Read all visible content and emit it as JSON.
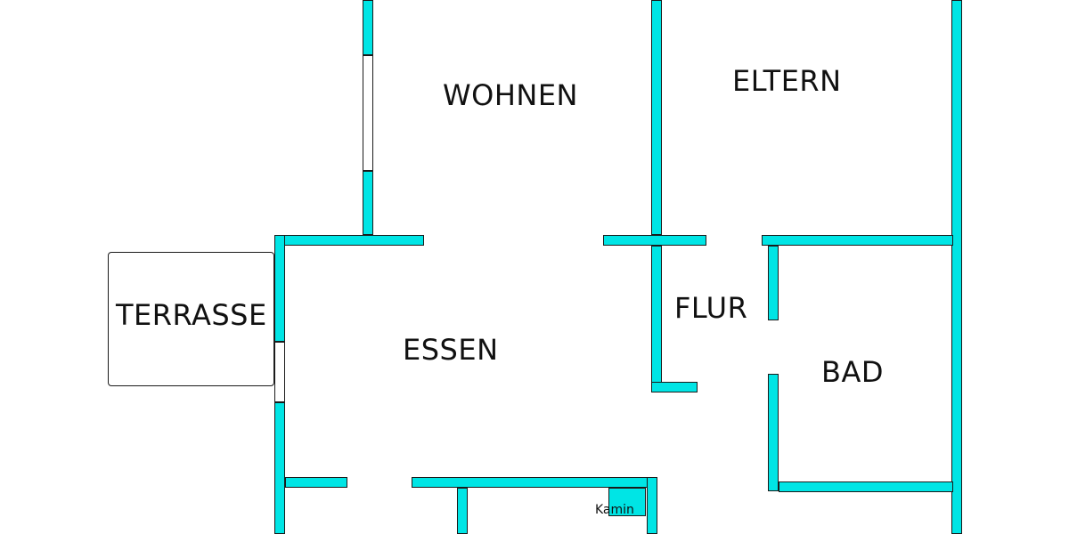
{
  "rooms": {
    "wohnen": "WOHNEN",
    "eltern": "ELTERN",
    "terrasse": "TERRASSE",
    "essen": "ESSEN",
    "flur": "FLUR",
    "bad": "BAD"
  },
  "fixtures": {
    "kamin": "Kamin"
  },
  "colors": {
    "wall": "#00e5e5",
    "outline": "#1a1a1a",
    "background": "#ffffff",
    "text": "#111111"
  }
}
